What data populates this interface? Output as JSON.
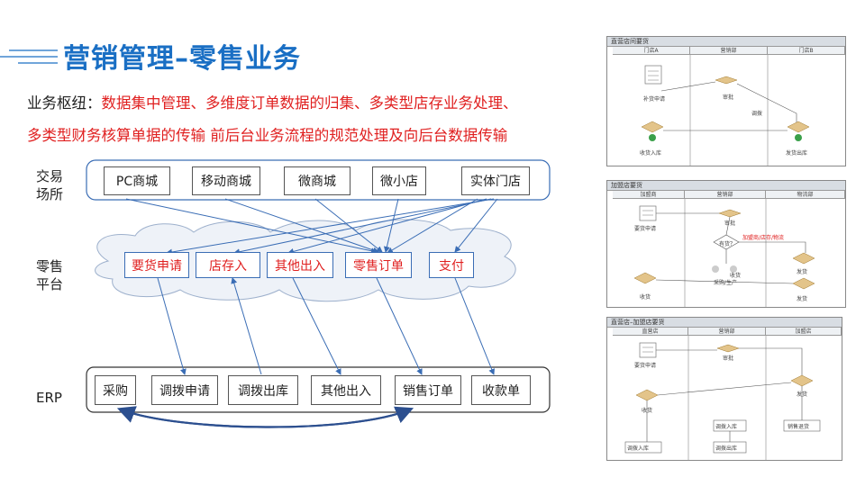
{
  "title": "营销管理–零售业务",
  "hub": {
    "label": "业务枢纽：",
    "line1": "数据集中管理、多维度订单数据的归集、多类型店存业务处理、",
    "line2": "多类型财务核算单据的传输 前后台业务流程的规范处理及向后台数据传输"
  },
  "rows": {
    "trade": "交易\n场所",
    "retail": "零售\n平台",
    "erp": "ERP"
  },
  "trade_boxes": [
    "PC商城",
    "移动商城",
    "微商城",
    "微小店",
    "实体门店"
  ],
  "retail_boxes": [
    "要货申请",
    "店存入",
    "其他出入",
    "零售订单",
    "支付"
  ],
  "erp_boxes": [
    "采购",
    "调拨申请",
    "调拨出库",
    "其他出入",
    "销售订单",
    "收款单"
  ],
  "colors": {
    "title": "#1a6fc4",
    "red": "#e02020",
    "arrow": "#3a6db5"
  },
  "panels": [
    {
      "title": "直营店间要货",
      "cols": [
        "门店A",
        "营销部",
        "门店B"
      ],
      "labels": [
        "补货申请",
        "审批",
        "调拨",
        "收货入库",
        "发货出库"
      ]
    },
    {
      "title": "加盟店要货",
      "cols": [
        "加盟商",
        "营销部",
        "物流部"
      ],
      "labels": [
        "要货申请",
        "审批",
        "有货？",
        "加盟商/店存/物流",
        "收货",
        "采购/生产",
        "发货",
        "收货",
        "发货"
      ]
    },
    {
      "title": "直营店–加盟店要货",
      "cols": [
        "直营店",
        "营销部",
        "加盟店"
      ],
      "labels": [
        "要货申请",
        "审批",
        "发货",
        "收货",
        "调拨入库",
        "销售退货",
        "调拨入库",
        "调拨出库"
      ]
    }
  ]
}
